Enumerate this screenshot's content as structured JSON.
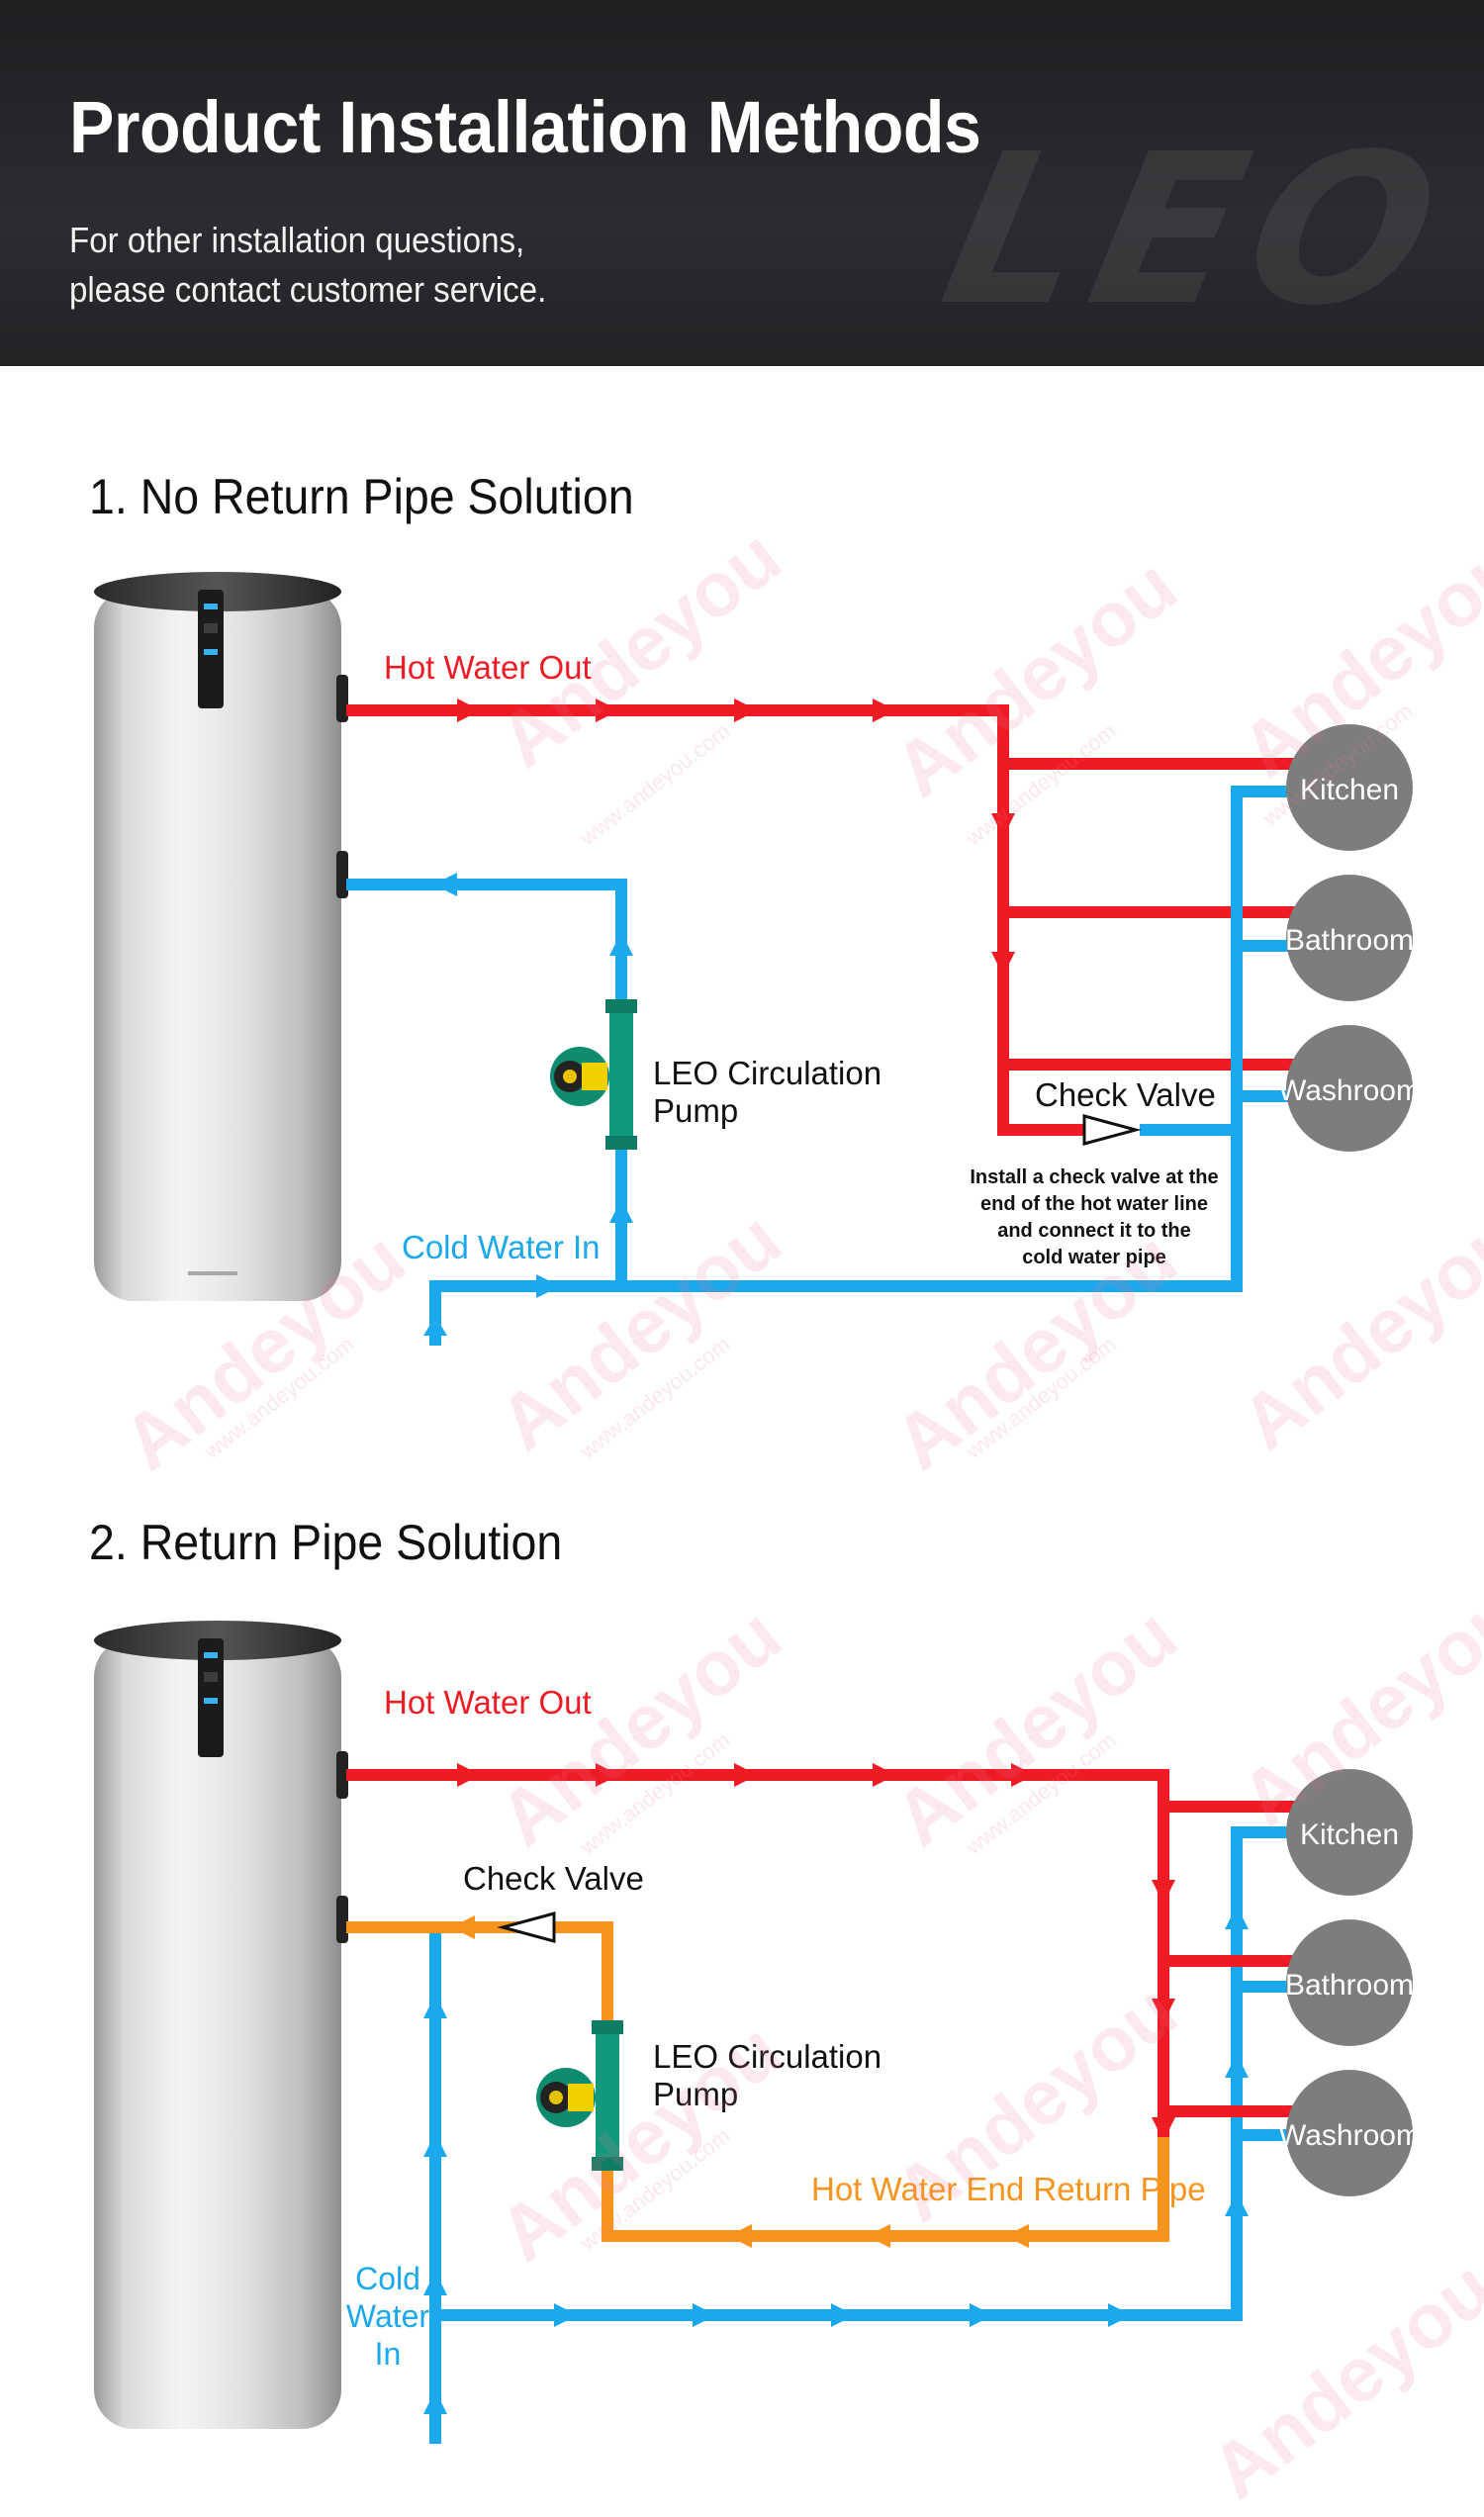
{
  "header": {
    "title": "Product Installation Methods",
    "subtitle_line1": "For other installation questions,",
    "subtitle_line2": "please contact customer service.",
    "logo_text": "LEO"
  },
  "watermark": {
    "text": "Andeyou",
    "url": "www.andeyou.com"
  },
  "colors": {
    "hot": "#ee1b24",
    "cold": "#1ba8ec",
    "return": "#f7941d",
    "outlet": "#7d7d7d"
  },
  "section1": {
    "title": "1. No Return Pipe Solution",
    "hot_label": "Hot Water Out",
    "cold_label": "Cold Water In",
    "pump_line1": "LEO Circulation",
    "pump_line2": "Pump",
    "check_valve_label": "Check Valve",
    "note_lines": [
      "Install a check valve at the",
      "end of the hot water line",
      "and connect it to the",
      "cold water pipe"
    ],
    "outlets": [
      "Kitchen",
      "Bathroom",
      "Washroom"
    ]
  },
  "section2": {
    "title": "2. Return Pipe Solution",
    "hot_label": "Hot Water Out",
    "cold_label_lines": [
      "Cold",
      "Water",
      "In"
    ],
    "pump_line1": "LEO Circulation",
    "pump_line2": "Pump",
    "check_valve_label": "Check Valve",
    "return_label": "Hot Water End Return Pipe",
    "outlets": [
      "Kitchen",
      "Bathroom",
      "Washroom"
    ]
  }
}
